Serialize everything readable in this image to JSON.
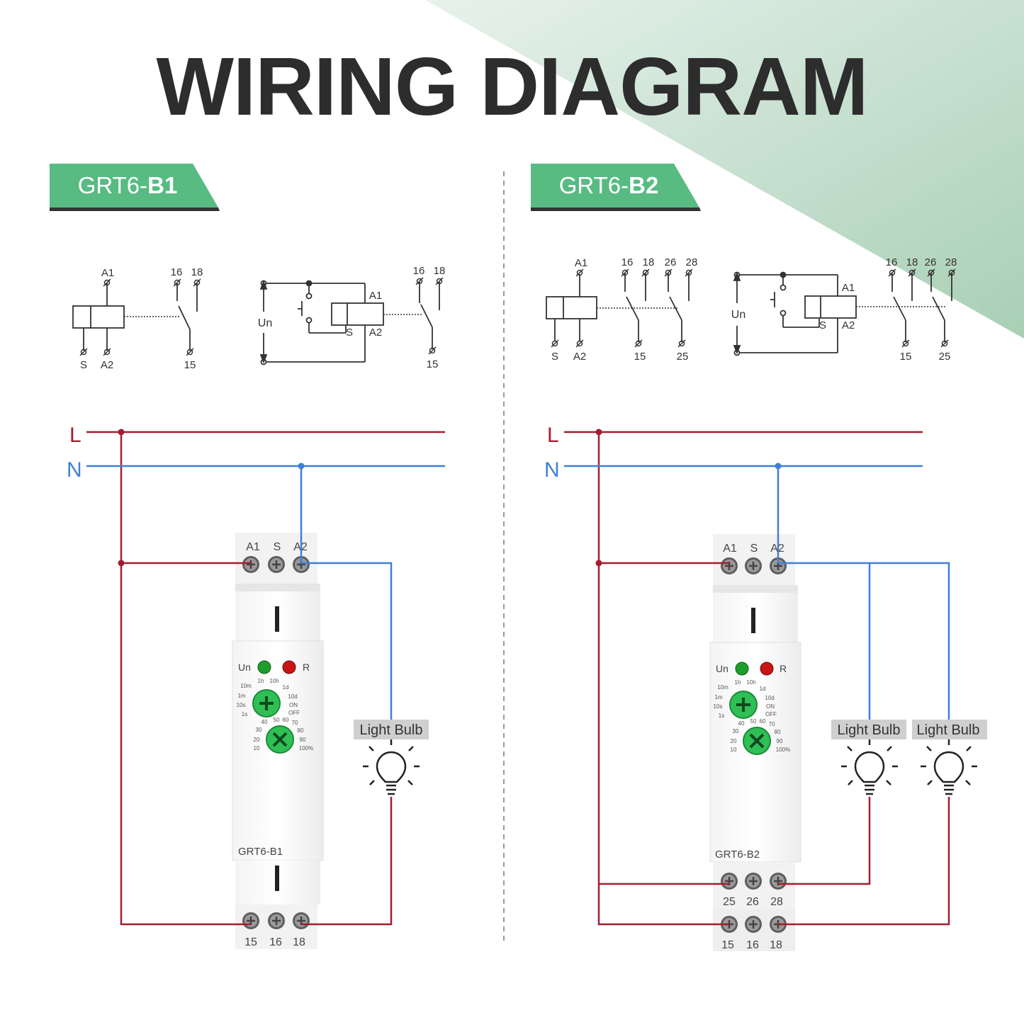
{
  "title": "WIRING DIAGRAM",
  "left": {
    "tag_prefix": "GRT6-",
    "tag_bold": "B1",
    "model_label": "GRT6-B1",
    "schematic": {
      "a1": "A1",
      "a2": "A2",
      "s": "S",
      "un": "Un",
      "t16": "16",
      "t18": "18",
      "t15": "15"
    },
    "lines": {
      "l": "L",
      "n": "N"
    },
    "top_terminals": [
      "A1",
      "S",
      "A2"
    ],
    "bottom_terminals": [
      "15",
      "16",
      "18"
    ],
    "leds": {
      "un": "Un",
      "r": "R"
    },
    "bulb_label": "Light Bulb"
  },
  "right": {
    "tag_prefix": "GRT6-",
    "tag_bold": "B2",
    "model_label": "GRT6-B2",
    "schematic": {
      "a1": "A1",
      "a2": "A2",
      "s": "S",
      "un": "Un",
      "t16": "16",
      "t18": "18",
      "t26": "26",
      "t28": "28",
      "t15": "15",
      "t25": "25"
    },
    "lines": {
      "l": "L",
      "n": "N"
    },
    "top_terminals": [
      "A1",
      "S",
      "A2"
    ],
    "mid_terminals": [
      "25",
      "26",
      "28"
    ],
    "bottom_terminals": [
      "15",
      "16",
      "18"
    ],
    "leds": {
      "un": "Un",
      "r": "R"
    },
    "bulb_labels": [
      "Light Bulb",
      "Light Bulb"
    ]
  },
  "dial": {
    "time_scale": [
      "1h",
      "10h",
      "10m",
      "1d",
      "1m",
      "10d",
      "10s",
      "ON",
      "1s",
      "OFF"
    ],
    "percent_scale": [
      "40",
      "50",
      "60",
      "70",
      "30",
      "80",
      "20",
      "90",
      "10",
      "100%"
    ]
  },
  "colors": {
    "accent_green": "#57bb82",
    "live_wire": "#a51c30",
    "neutral_wire": "#3f7fd6",
    "corner_tint": "#b9d9c4",
    "led_green": "#1e9d2c",
    "led_red": "#c81414"
  }
}
